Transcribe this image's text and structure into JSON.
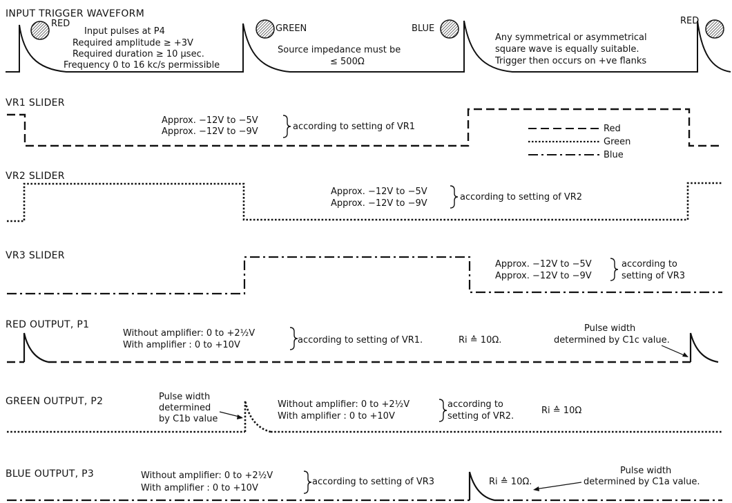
{
  "trigger": {
    "title": "INPUT TRIGGER WAVEFORM",
    "red_label": "RED",
    "green_label": "GREEN",
    "blue_label": "BLUE",
    "red2_label": "RED",
    "pulse_notes": [
      "Input pulses at P4",
      "Required amplitude ≥ +3V",
      "Required duration ≥ 10 µsec.",
      "Frequency 0 to 16 kc/s permissible"
    ],
    "impedance_notes": [
      "Source impedance must be",
      "≤ 500Ω"
    ],
    "square_notes": [
      "Any symmetrical or asymmetrical",
      "square wave is equally suitable.",
      "Trigger then occurs on +ve flanks"
    ]
  },
  "vr1": {
    "title": "VR1 SLIDER",
    "approx": [
      "Approx. −12V to −5V",
      "Approx. −12V to −9V"
    ],
    "according": "according to setting of VR1"
  },
  "legend": {
    "red": "Red",
    "green": "Green",
    "blue": "Blue"
  },
  "vr2": {
    "title": "VR2 SLIDER",
    "approx": [
      "Approx. −12V to −5V",
      "Approx. −12V to −9V"
    ],
    "according": "according to setting of VR2"
  },
  "vr3": {
    "title": "VR3 SLIDER",
    "approx": [
      "Approx. −12V to −5V",
      "Approx. −12V to −9V"
    ],
    "according": [
      "according to",
      "setting of VR3"
    ]
  },
  "red_out": {
    "title": "RED OUTPUT, P1",
    "without": "Without amplifier: 0 to +2½V",
    "with": "With amplifier    : 0 to +10V",
    "according": "according to setting of VR1.",
    "ri": "Ri ≙ 10Ω.",
    "pulse": [
      "Pulse width",
      "determined by C1c value."
    ]
  },
  "green_out": {
    "title": "GREEN OUTPUT, P2",
    "pulse": [
      "Pulse width",
      "determined",
      "by C1b value"
    ],
    "without": "Without amplifier: 0 to +2½V",
    "with": "With amplifier    : 0 to +10V",
    "according": [
      "according to",
      "setting of VR2."
    ],
    "ri": "Ri ≙ 10Ω"
  },
  "blue_out": {
    "title": "BLUE OUTPUT, P3",
    "without": "Without amplifier: 0 to +2½V",
    "with": "With amplifier    : 0 to +10V",
    "according": "according to setting of VR3",
    "ri": "Ri ≙ 10Ω.",
    "pulse": [
      "Pulse width",
      "determined by C1a value."
    ]
  }
}
